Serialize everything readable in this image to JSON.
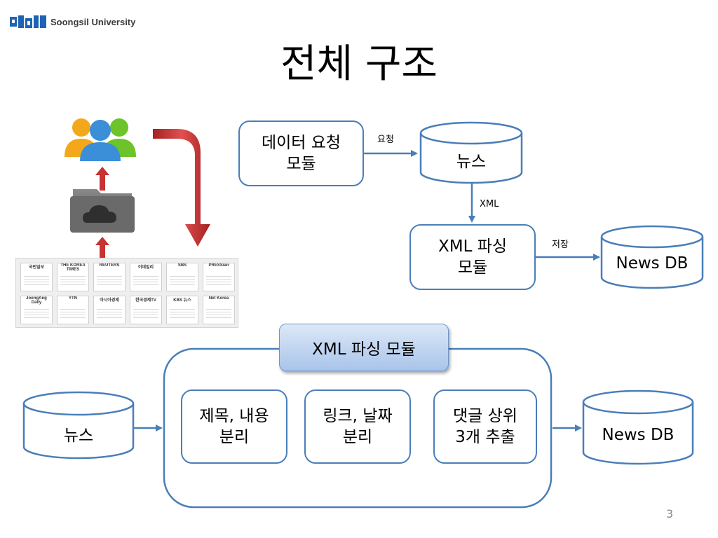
{
  "header": {
    "logo_text": "Soongsil University"
  },
  "title": "전체 구조",
  "top_flow": {
    "request_module": "데이터 요청\n모듈",
    "news_db": "뉴스",
    "request_label": "요청",
    "xml_label": "XML",
    "parse_module": "XML 파싱\n모듈",
    "store_label": "저장",
    "news_out_db": "News DB"
  },
  "detail": {
    "header": "XML 파싱 모듈",
    "input_db": "뉴스",
    "output_db": "News DB",
    "steps": [
      "제목, 내용\n분리",
      "링크, 날짜\n분리",
      "댓글 상위\n3개 추출"
    ]
  },
  "news_logos": [
    "국민일보",
    "THE KOREA TIMES",
    "REUTERS",
    "이데일리",
    "SBS",
    "PRESSian",
    "JoongAng Daily",
    "YTN",
    "아시아경제",
    "한국경제TV",
    "KBS 뉴스",
    "Net Korea"
  ],
  "page_number": "3",
  "colors": {
    "box_border": "#4a7eb8",
    "header_fill_top": "#dce8f7",
    "header_fill_bottom": "#a9c4ea",
    "arrow_red": "#c83232",
    "logo_blue": "#1f64b4"
  },
  "icons": [
    "users-group-icon",
    "cloud-folder-icon"
  ]
}
